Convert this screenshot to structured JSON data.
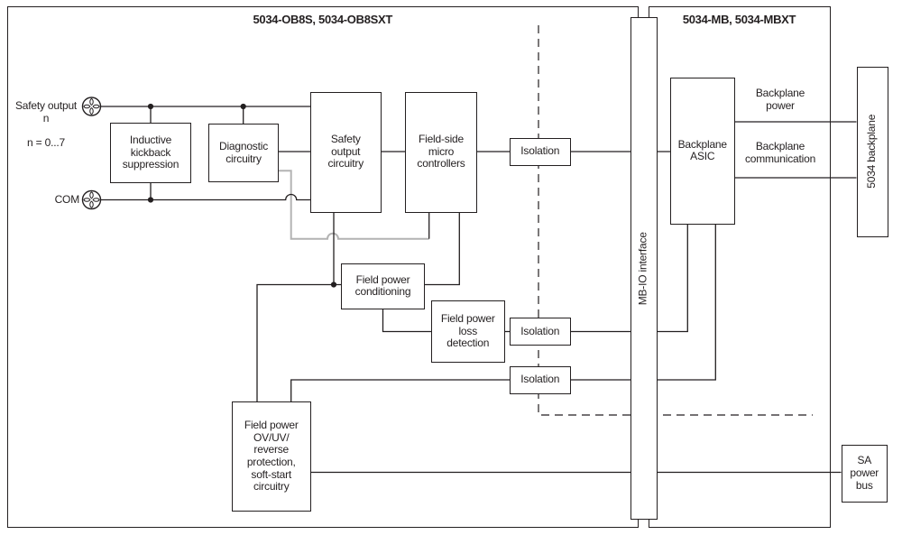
{
  "diagram": {
    "left_module": {
      "title": "5034-OB8S, 5034-OB8SXT"
    },
    "right_module": {
      "title": "5034-MB, 5034-MBXT"
    },
    "io_labels": {
      "safety_output": "Safety output\nn",
      "range": "n = 0...7",
      "com": "COM"
    },
    "blocks": {
      "inductive": "Inductive\nkickback\nsuppression",
      "diagnostic": "Diagnostic\ncircuitry",
      "safety_output_circuitry": "Safety\noutput\ncircuitry",
      "field_side_micro": "Field-side\nmicro\ncontrollers",
      "isolation_top": "Isolation",
      "isolation_mid": "Isolation",
      "isolation_bottom": "Isolation",
      "field_power_conditioning": "Field power\nconditioning",
      "field_power_loss": "Field power\nloss\ndetection",
      "field_power_protection": "Field power\nOV/UV/\nreverse\nprotection,\nsoft-start\ncircuitry",
      "mb_io_interface": "MB-IO interface",
      "backplane_asic": "Backplane\nASIC",
      "backplane_5034": "5034 backplane",
      "sa_power_bus": "SA\npower\nbus"
    },
    "bus_labels": {
      "backplane_power": "Backplane\npower",
      "backplane_comm": "Backplane\ncommunication"
    },
    "colors": {
      "line": "#231f20",
      "secondary_line": "#b3b3b3",
      "background": "#ffffff"
    }
  }
}
